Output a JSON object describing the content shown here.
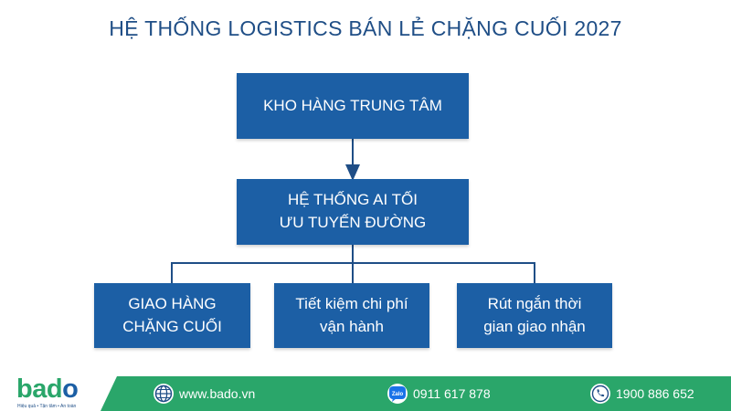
{
  "title": "HỆ THỐNG LOGISTICS BÁN LẺ CHẶNG CUỐI 2027",
  "nodes": {
    "warehouse": "KHO HÀNG TRUNG TÂM",
    "ai_routing": "HỆ THỐNG AI TỐI\nƯU TUYẾN ĐƯỜNG",
    "last_mile": "GIAO HÀNG\nCHẶNG CUỐI",
    "cost_saving": "Tiết kiệm chi phí\nvận hành",
    "time_saving": "Rút ngắn thời\ngian giao nhận"
  },
  "footer": {
    "logo": {
      "part1": "bad",
      "part2": "o",
      "tagline": "Hiệu quả • Tận tâm • An toàn"
    },
    "website": "www.bado.vn",
    "zalo_label": "Zalo",
    "zalo_phone": "0911 617 878",
    "hotline": "1900 886 652"
  },
  "colors": {
    "node_fill": "#1c5fa5",
    "title": "#1f4e86",
    "footer_green": "#2aa66a",
    "connector": "#1f4e86"
  },
  "icons": [
    "globe-icon",
    "zalo-icon",
    "phone-icon"
  ]
}
